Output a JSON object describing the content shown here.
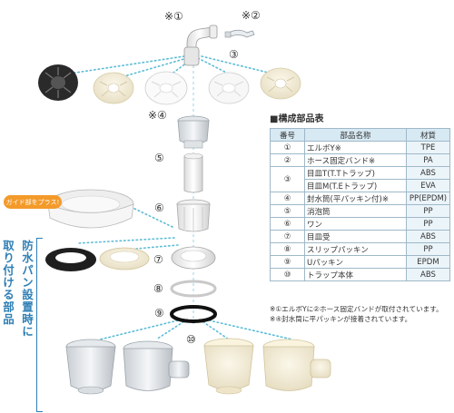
{
  "callouts": {
    "c1": "※①",
    "c2": "※②",
    "c3": "③",
    "c4": "※④",
    "c5": "⑤",
    "c6": "⑥",
    "c7": "⑦",
    "c8": "⑧",
    "c9": "⑨",
    "c10": "⑩"
  },
  "guide_badge": "ガイド部をプラス!",
  "side_label": {
    "line1": "防水パン設置時に",
    "line2": "取り付ける部品"
  },
  "table": {
    "heading": "■構成部品表",
    "headers": [
      "番号",
      "部品名称",
      "材質"
    ],
    "rows": [
      {
        "no": "①",
        "name": "エルボY※",
        "material": "TPE"
      },
      {
        "no": "②",
        "name": "ホース固定バンド※",
        "material": "PA"
      },
      {
        "no": "③",
        "name": "目皿T(T.Tトラップ)",
        "material": "ABS"
      },
      {
        "no": "",
        "name": "目皿M(T.Eトラップ)",
        "material": "EVA"
      },
      {
        "no": "④",
        "name": "封水筒(平パッキン付)※",
        "material": "PP(EPDM)"
      },
      {
        "no": "⑤",
        "name": "消泡筒",
        "material": "PP"
      },
      {
        "no": "⑥",
        "name": "ワン",
        "material": "PP"
      },
      {
        "no": "⑦",
        "name": "目皿受",
        "material": "ABS"
      },
      {
        "no": "⑧",
        "name": "スリップパッキン",
        "material": "PP"
      },
      {
        "no": "⑨",
        "name": "Uパッキン",
        "material": "EPDM"
      },
      {
        "no": "⑩",
        "name": "トラップ本体",
        "material": "ABS"
      }
    ]
  },
  "notes": [
    "※①エルボYに②ホース固定バンドが取付されています。",
    "※④封水筒に平パッキンが接着されています。"
  ]
}
